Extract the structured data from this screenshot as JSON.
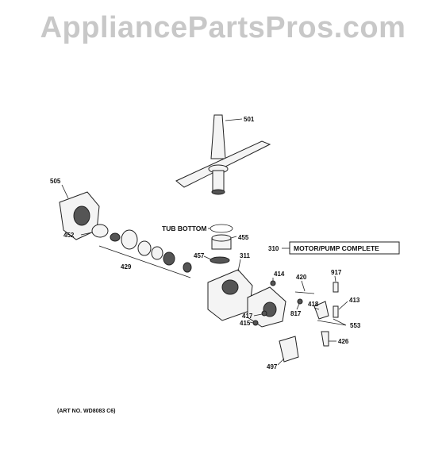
{
  "watermark": "AppliancePartsPros.com",
  "labels": {
    "p501": "501",
    "p505": "505",
    "p452": "452",
    "p429": "429",
    "tub_bottom": "TUB BOTTOM",
    "p455": "455",
    "p457": "457",
    "p311": "311",
    "p310": "310",
    "motor_pump": "MOTOR/PUMP COMPLETE",
    "p414": "414",
    "p420": "420",
    "p917": "917",
    "p413": "413",
    "p418": "418",
    "p817": "817",
    "p417": "417",
    "p415": "415",
    "p553": "553",
    "p426": "426",
    "p497": "497"
  },
  "art_no": "(ART NO. WD8083 C6)"
}
